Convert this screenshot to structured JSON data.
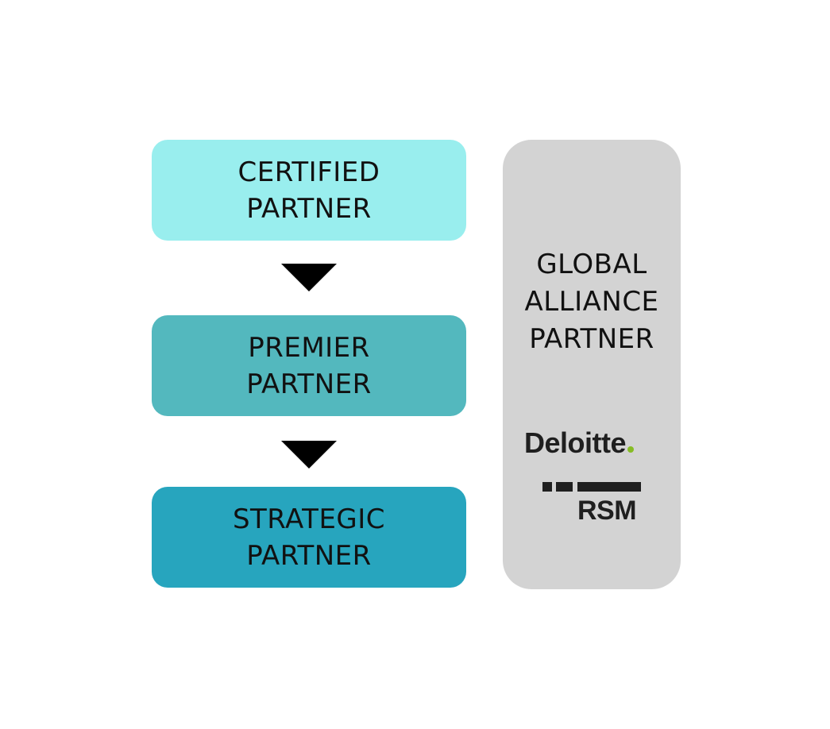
{
  "tiers": [
    {
      "line1": "CERTIFIED",
      "line2": "PARTNER",
      "color": "#99EEEE"
    },
    {
      "line1": "PREMIER",
      "line2": "PARTNER",
      "color": "#53B8BE"
    },
    {
      "line1": "STRATEGIC",
      "line2": "PARTNER",
      "color": "#27A5BE"
    }
  ],
  "global_alliance": {
    "lines": [
      "GLOBAL",
      "ALLIANCE",
      "PARTNER"
    ],
    "panel_color": "#D3D3D3",
    "logos": [
      {
        "name": "Deloitte",
        "text": "Deloitte",
        "accent": "#86BC25"
      },
      {
        "name": "RSM",
        "text": "RSM"
      }
    ]
  }
}
